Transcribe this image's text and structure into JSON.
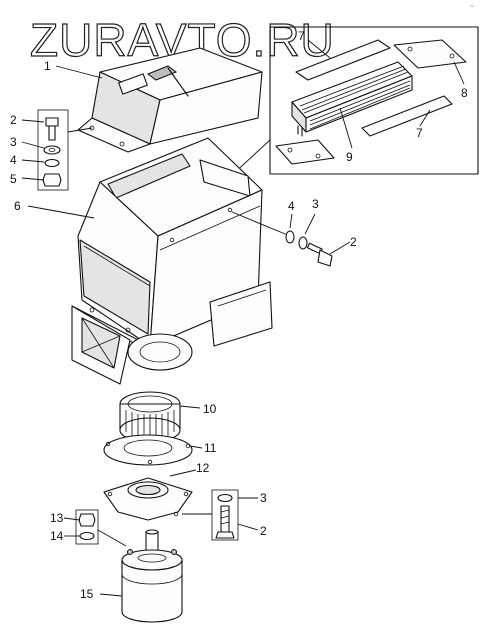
{
  "watermark": "ZURAVTO.RU",
  "corner_mark": "~",
  "callouts": {
    "c1": "1",
    "c2a": "2",
    "c2b": "2",
    "c2c": "2",
    "c3a": "3",
    "c3b": "3",
    "c3c": "3",
    "c4a": "4",
    "c4b": "4",
    "c5": "5",
    "c6": "6",
    "c7a": "7",
    "c7b": "7",
    "c8": "8",
    "c9": "9",
    "c10": "10",
    "c11": "11",
    "c12": "12",
    "c13": "13",
    "c14": "14",
    "c15": "15"
  }
}
